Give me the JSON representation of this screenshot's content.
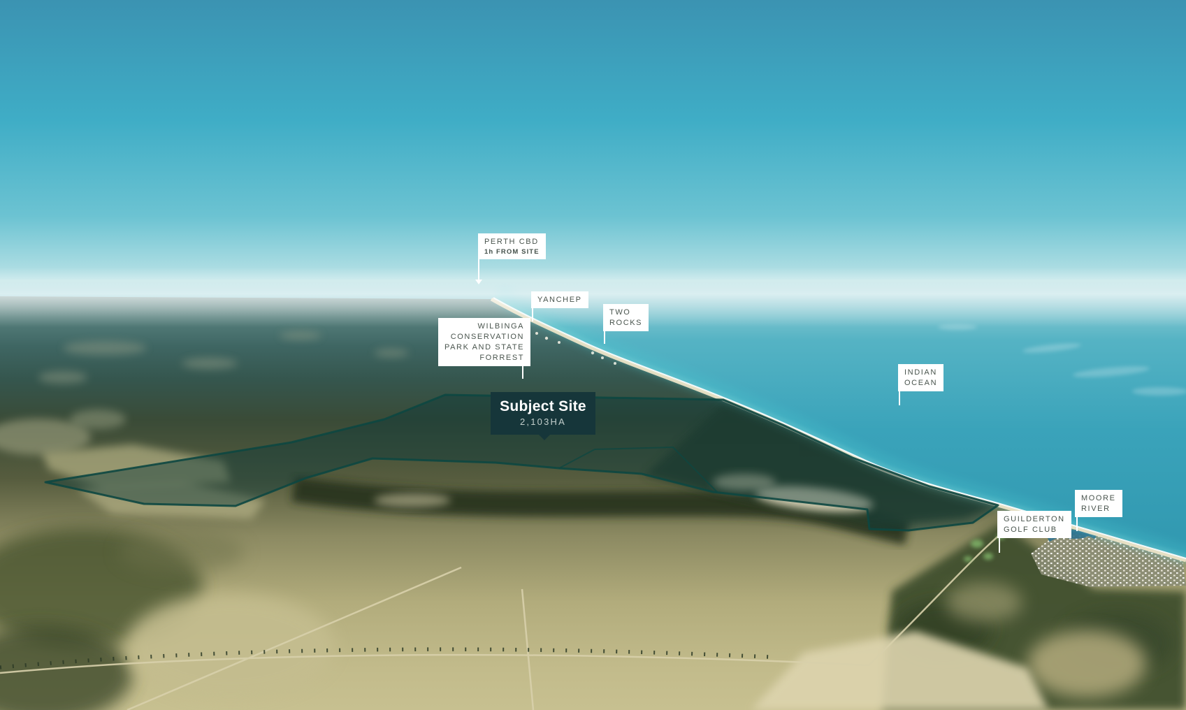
{
  "labels": {
    "perth_cbd": {
      "title": "PERTH CBD",
      "subtitle": "1h FROM SITE"
    },
    "yanchep": {
      "title": "YANCHEP"
    },
    "two_rocks": {
      "lines": [
        "TWO",
        "ROCKS"
      ]
    },
    "wilbinga": {
      "lines": [
        "WILBINGA",
        "CONSERVATION",
        "PARK AND STATE",
        "FORREST"
      ]
    },
    "indian_ocean": {
      "lines": [
        "INDIAN",
        "OCEAN"
      ]
    },
    "subject_site": {
      "title": "Subject Site",
      "area": "2,103HA"
    },
    "guilderton_golf_club": {
      "lines": [
        "GUILDERTON",
        "GOLF CLUB"
      ]
    },
    "moore_river": {
      "lines": [
        "MOORE",
        "RIVER"
      ]
    }
  },
  "colors": {
    "label_background": "#ffffff",
    "label_text": "#49544d",
    "subject_site_background": "#16363a",
    "site_boundary_stroke": "#0d4741",
    "site_overlay_fill": "rgba(13,58,58,0.45)",
    "sky": "#3fadc6",
    "ocean": "#3aa3ba",
    "farmland": "#c2bb8b"
  }
}
